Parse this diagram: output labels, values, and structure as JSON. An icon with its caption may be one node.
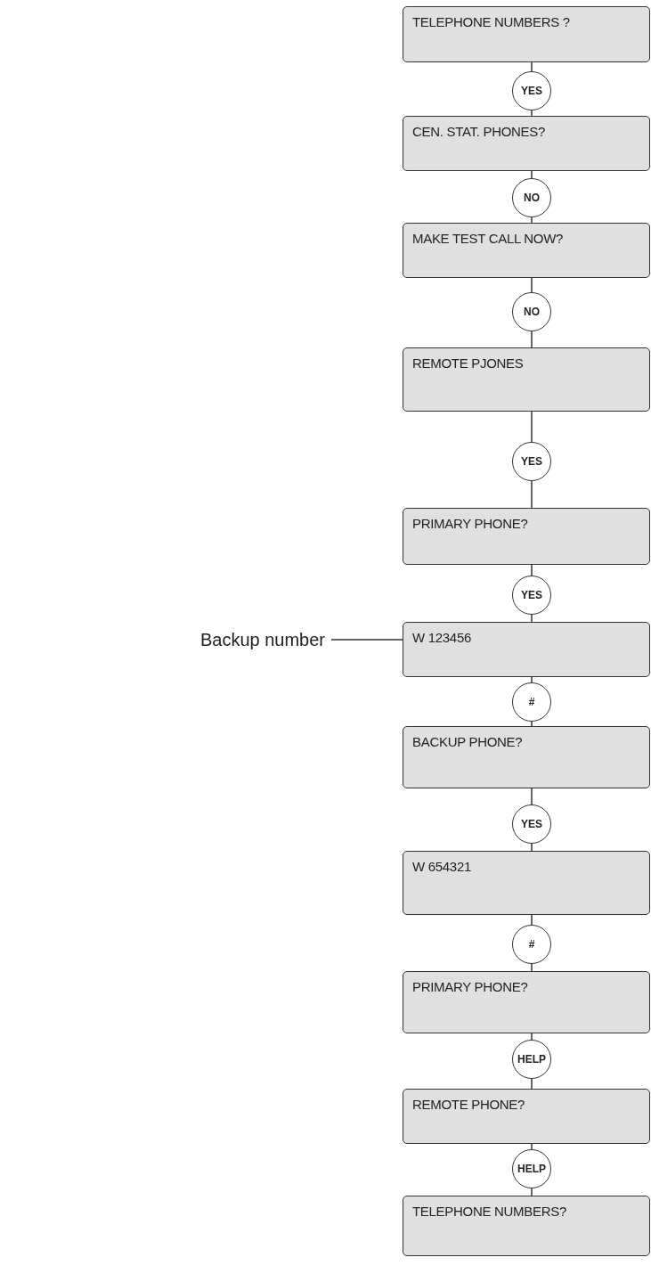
{
  "diagram": {
    "nodes": [
      {
        "text": [
          "TELEPHONE NUMBERS ?"
        ]
      },
      {
        "text": [
          "YES"
        ]
      },
      {
        "text": [
          "CEN. STAT. PHONES?"
        ]
      },
      {
        "text": [
          "NO"
        ]
      },
      {
        "text": [
          "MAKE TEST CALL NOW?"
        ]
      },
      {
        "text": [
          "NO"
        ]
      },
      {
        "text": [
          "REMOTE PJONES"
        ]
      },
      {
        "text": [
          "YES"
        ]
      },
      {
        "text": [
          "PRIMARY PHONE?"
        ]
      },
      {
        "text": [
          "YES"
        ]
      },
      {
        "text": [
          "Backup number"
        ]
      },
      {
        "text": [
          "W 123456"
        ]
      },
      {
        "text": [
          "#"
        ]
      },
      {
        "text": [
          "BACKUP PHONE?"
        ]
      },
      {
        "text": [
          "YES"
        ]
      },
      {
        "text": [
          "W 654321"
        ]
      },
      {
        "text": [
          "#"
        ]
      },
      {
        "text": [
          "PRIMARY PHONE?"
        ]
      },
      {
        "text": [
          "HELP"
        ]
      },
      {
        "text": [
          "REMOTE PHONE?"
        ]
      },
      {
        "text": [
          "HELP"
        ]
      },
      {
        "text": [
          "TELEPHONE NUMBERS?"
        ]
      }
    ],
    "edges": [
      {
        "from": 0,
        "to": 1,
        "arrow": "none"
      },
      {
        "from": 1,
        "to": 2,
        "arrow": "none"
      },
      {
        "from": 2,
        "to": 3,
        "arrow": "none"
      },
      {
        "from": 3,
        "to": 4,
        "arrow": "none"
      },
      {
        "from": 4,
        "to": 5,
        "arrow": "none"
      },
      {
        "from": 5,
        "to": 6,
        "arrow": "none"
      },
      {
        "from": 6,
        "to": 7,
        "arrow": "none"
      },
      {
        "from": 7,
        "to": 8,
        "arrow": "none"
      },
      {
        "from": 8,
        "to": 9,
        "arrow": "none"
      },
      {
        "from": 9,
        "to": 11,
        "arrow": "none"
      },
      {
        "from": 10,
        "to": 11,
        "arrow": "none"
      },
      {
        "from": 11,
        "to": 12,
        "arrow": "none"
      },
      {
        "from": 12,
        "to": 13,
        "arrow": "none"
      },
      {
        "from": 13,
        "to": 14,
        "arrow": "none"
      },
      {
        "from": 14,
        "to": 15,
        "arrow": "none"
      },
      {
        "from": 15,
        "to": 16,
        "arrow": "none"
      },
      {
        "from": 16,
        "to": 17,
        "arrow": "none"
      },
      {
        "from": 17,
        "to": 18,
        "arrow": "none"
      },
      {
        "from": 18,
        "to": 19,
        "arrow": "none"
      },
      {
        "from": 19,
        "to": 20,
        "arrow": "none"
      },
      {
        "from": 20,
        "to": 21,
        "arrow": "none"
      }
    ]
  }
}
